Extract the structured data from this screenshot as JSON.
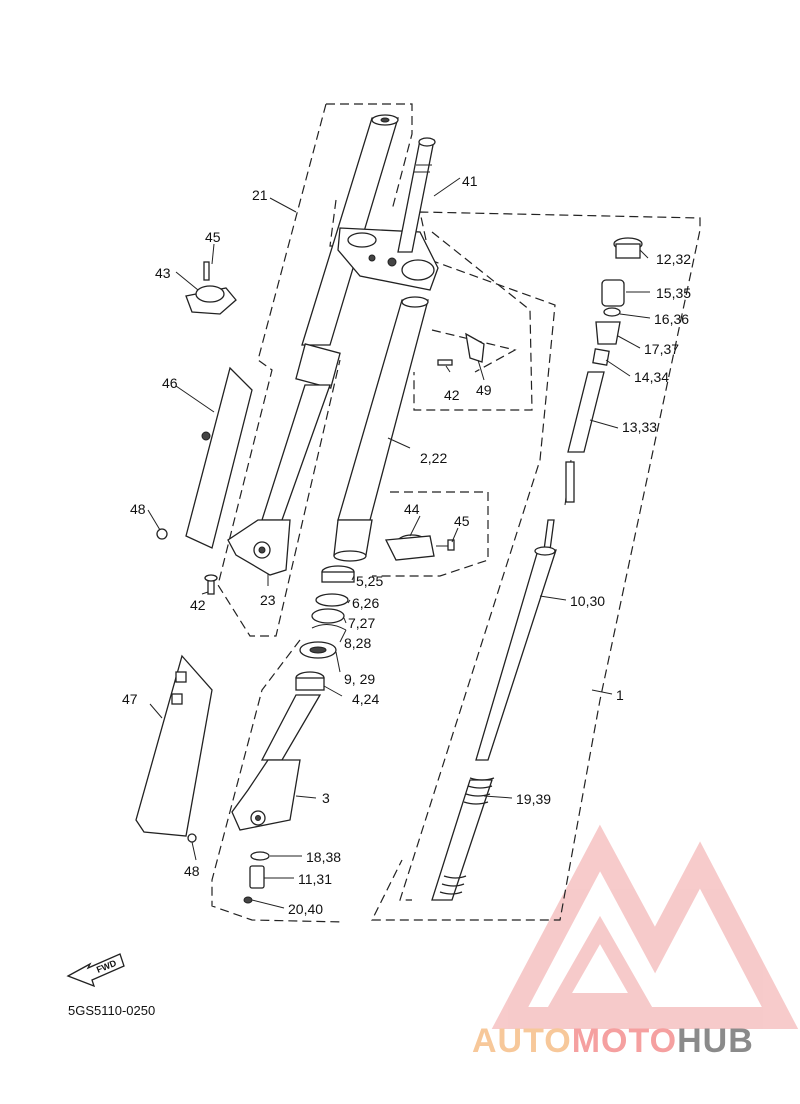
{
  "diagram_code": "5GS5110-0250",
  "fwd_label": "FWD",
  "callouts": {
    "c1": "1",
    "c2": "2,22",
    "c3": "3",
    "c4": "4,24",
    "c5": "5,25",
    "c6": "6,26",
    "c7": "7,27",
    "c8": "8,28",
    "c9": "9, 29",
    "c10": "10,30",
    "c11": "11,31",
    "c12": "12,32",
    "c13": "13,33",
    "c14": "14,34",
    "c15": "15,35",
    "c16": "16,36",
    "c17": "17,37",
    "c18": "18,38",
    "c19": "19,39",
    "c20": "20,40",
    "c21": "21",
    "c23": "23",
    "c41": "41",
    "c42a": "42",
    "c42b": "42",
    "c43": "43",
    "c44": "44",
    "c45a": "45",
    "c45b": "45",
    "c46": "46",
    "c47": "47",
    "c48a": "48",
    "c48b": "48",
    "c49": "49"
  },
  "watermark": {
    "part1": "AUTO",
    "part2": "MOTO",
    "part3": "HUB",
    "color_light": "#f7c89a",
    "color_mid": "#f5a0a0",
    "color_dark": "#8a8a8a"
  }
}
